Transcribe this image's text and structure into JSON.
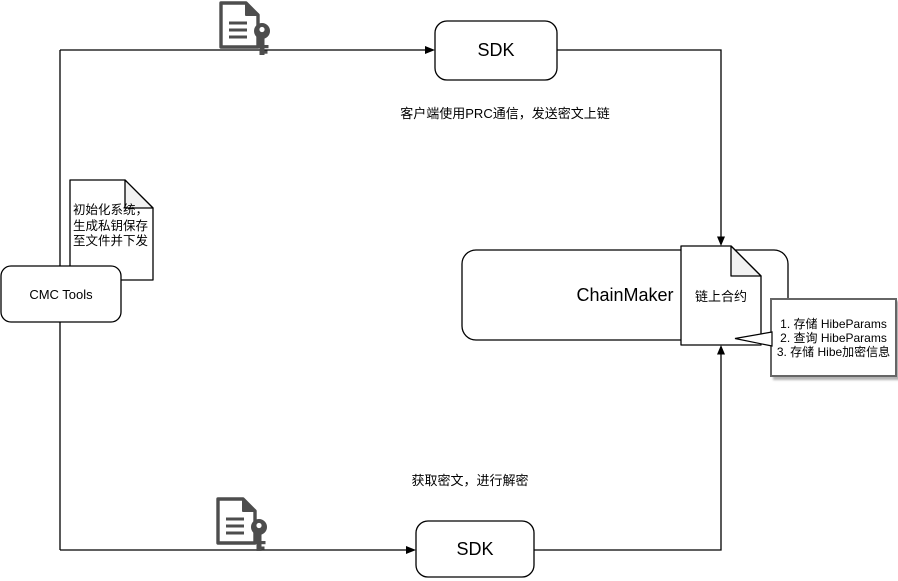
{
  "diagram": {
    "nodes": {
      "sdk_top": {
        "label": "SDK"
      },
      "sdk_bottom": {
        "label": "SDK"
      },
      "cmc_tools": {
        "label": "CMC Tools"
      },
      "chainmaker": {
        "label": "ChainMaker"
      },
      "contract_doc": {
        "label": "链上合约"
      }
    },
    "annotations": {
      "rpc_flow": "客户端使用PRC通信，发送密文上链",
      "decrypt_flow": "获取密文，进行解密"
    },
    "init_note": {
      "lines": [
        "初始化系统，",
        "生成私钥保存",
        "至文件并下发"
      ]
    },
    "contract_note": {
      "lines": [
        "1. 存储 HibeParams",
        "2. 查询 HibeParams",
        "3. 存储 Hibe加密信息"
      ]
    },
    "colors": {
      "line": "#000000",
      "icon": "#4d4d4d",
      "note_border": "#666666",
      "fold_fill": "#f2f2f2"
    }
  }
}
